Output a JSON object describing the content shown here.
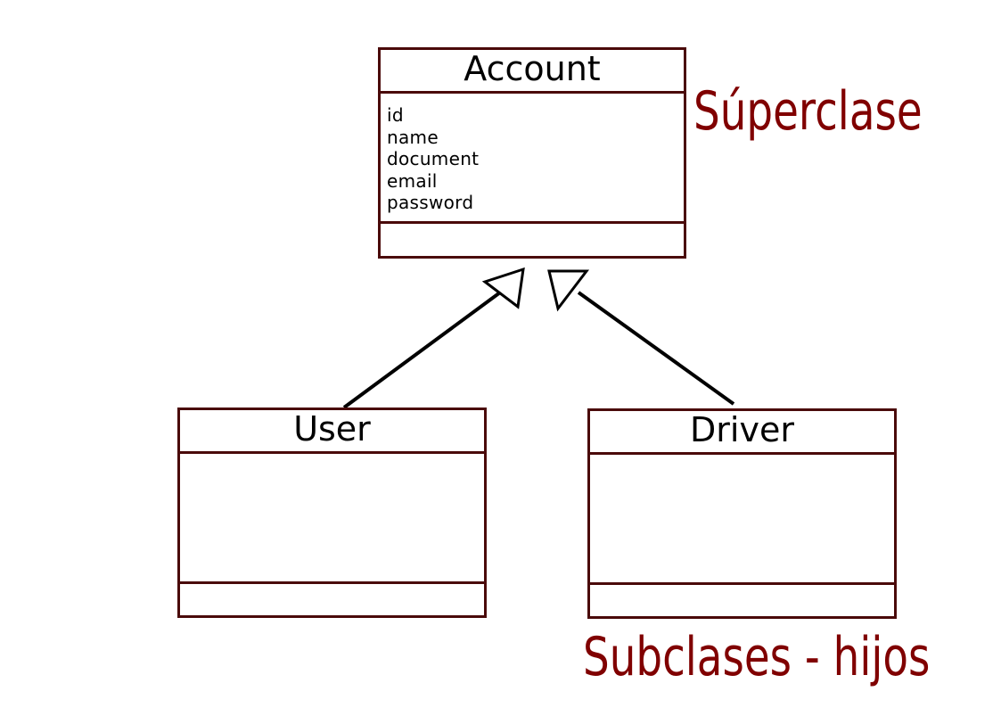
{
  "diagram": {
    "type": "uml-class-inheritance",
    "classes": [
      {
        "id": "account",
        "name": "Account",
        "attributes": [
          "id",
          "name",
          "document",
          "email",
          "password"
        ],
        "methods": []
      },
      {
        "id": "user",
        "name": "User",
        "attributes": [],
        "methods": []
      },
      {
        "id": "driver",
        "name": "Driver",
        "attributes": [],
        "methods": []
      }
    ],
    "relations": [
      {
        "type": "generalization",
        "from": "User",
        "to": "Account"
      },
      {
        "type": "generalization",
        "from": "Driver",
        "to": "Account"
      }
    ],
    "captions": {
      "superclass": "Súperclase",
      "subclasses": "Subclases - hijos"
    },
    "colors": {
      "box_border": "#4a0a0a",
      "caption": "#800000",
      "arrow": "#000000"
    }
  }
}
